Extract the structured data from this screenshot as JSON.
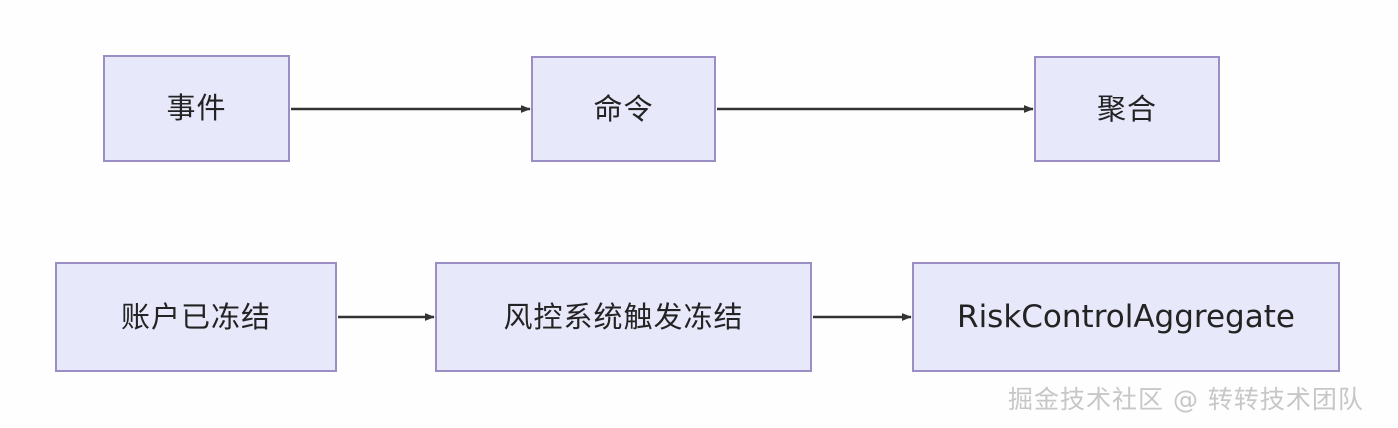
{
  "diagram": {
    "type": "flow",
    "background_color": "#fefefe",
    "node_fill": "#e8e8fb",
    "node_border": "#9b8ec4",
    "edge_color": "#333333",
    "text_color": "#232323",
    "rows": [
      {
        "name": "concept-row",
        "nodes": [
          {
            "id": "event",
            "label": "事件"
          },
          {
            "id": "command",
            "label": "命令"
          },
          {
            "id": "aggregate",
            "label": "聚合"
          }
        ]
      },
      {
        "name": "example-row",
        "nodes": [
          {
            "id": "account-frozen",
            "label": "账户已冻结"
          },
          {
            "id": "risk-trigger",
            "label": "风控系统触发冻结"
          },
          {
            "id": "risk-aggregate",
            "label": "RiskControlAggregate"
          }
        ]
      }
    ],
    "edges": [
      {
        "id": "event-to-command",
        "from": "event",
        "to": "command",
        "arrow": "single"
      },
      {
        "id": "command-to-aggregate",
        "from": "command",
        "to": "aggregate",
        "arrow": "single"
      },
      {
        "id": "account-frozen-to-risk-trigger",
        "from": "account-frozen",
        "to": "risk-trigger",
        "arrow": "single"
      },
      {
        "id": "risk-trigger-to-risk-aggregate",
        "from": "risk-trigger",
        "to": "risk-aggregate",
        "arrow": "single"
      }
    ]
  },
  "watermark": {
    "text": "掘金技术社区 @ 转转技术团队",
    "color": "#c7c7c7"
  }
}
